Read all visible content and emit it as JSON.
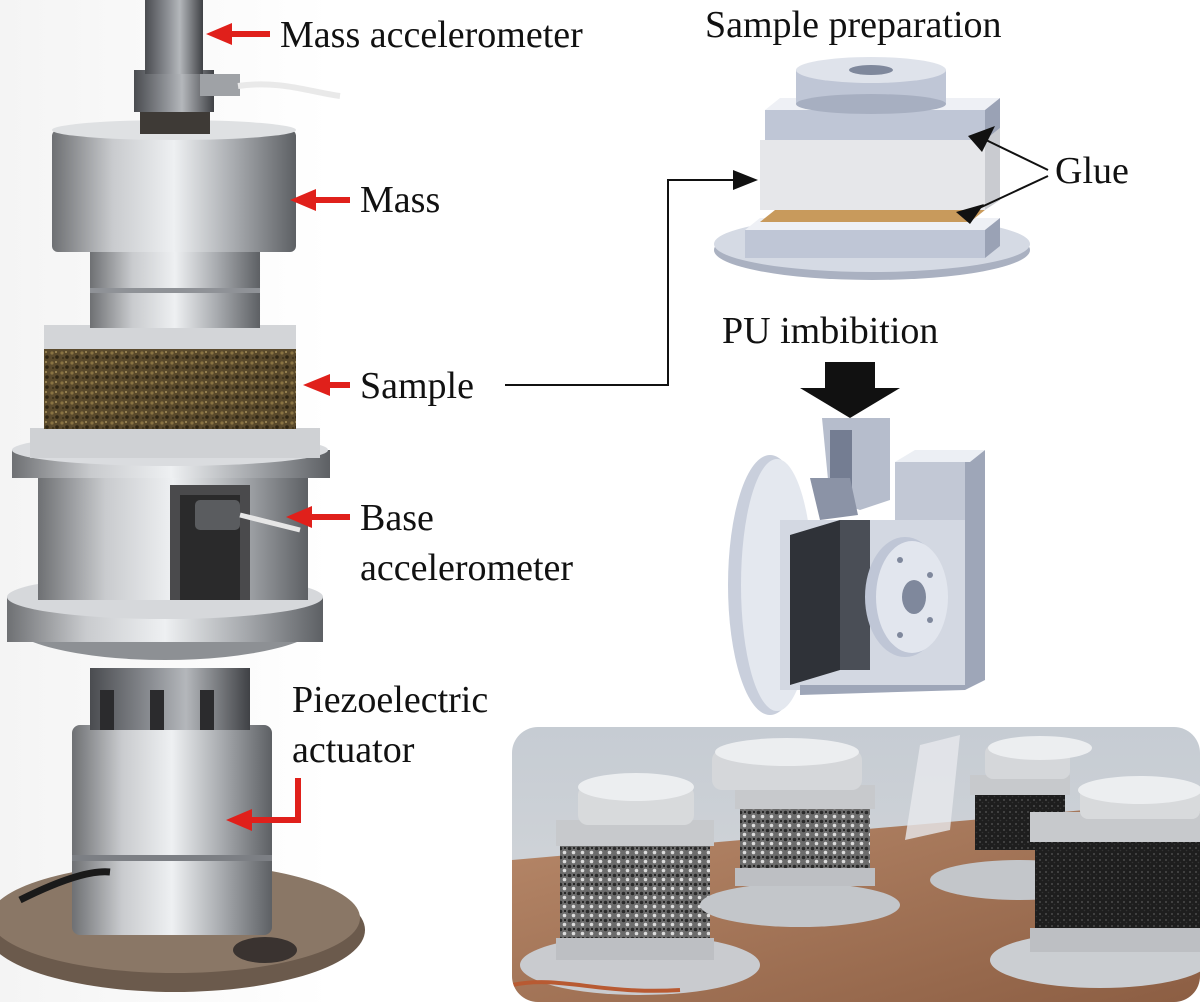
{
  "labels": {
    "mass_accelerometer": "Mass accelerometer",
    "mass": "Mass",
    "sample": "Sample",
    "base_accelerometer_line1": "Base",
    "base_accelerometer_line2": "accelerometer",
    "piezo_line1": "Piezoelectric",
    "piezo_line2": "actuator",
    "sample_preparation": "Sample preparation",
    "glue": "Glue",
    "pu_imbibition": "PU imbibition"
  },
  "colors": {
    "callout_arrow": "#e0201b",
    "leader_line": "#111111",
    "foam_dark": "#5a4a2c",
    "aluminium": "#c9ccd0",
    "cad_blue_gray": "#bfc6d6",
    "glue_layer": "#c89a5c",
    "table_wood": "#a8775a"
  },
  "icons": {
    "callout": "red-arrow-icon",
    "flow": "black-down-arrow-icon"
  }
}
